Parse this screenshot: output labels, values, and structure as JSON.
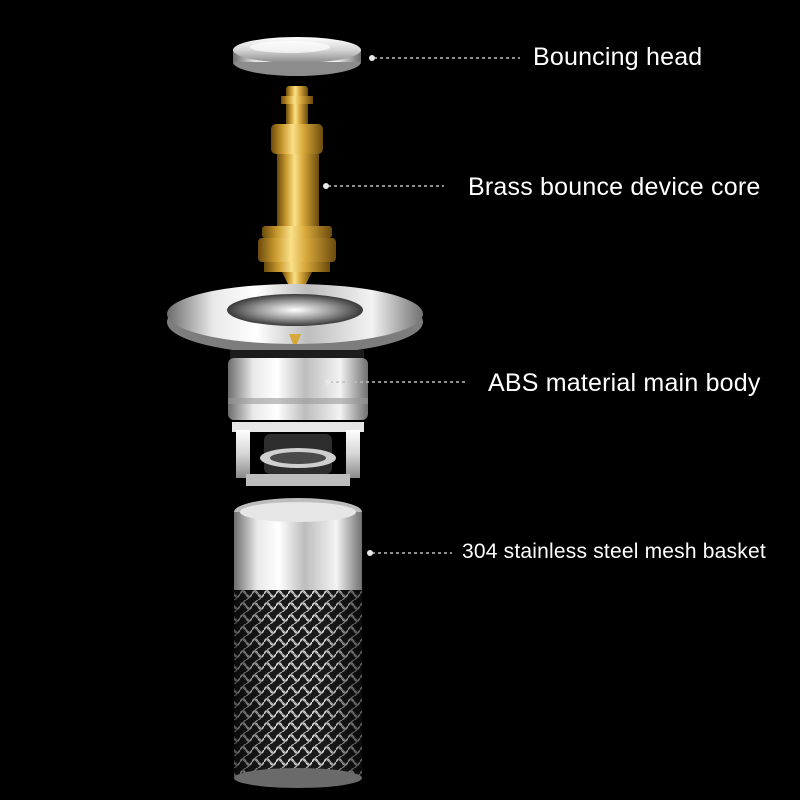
{
  "callouts": [
    {
      "id": "bouncing-head",
      "label": "Bouncing head"
    },
    {
      "id": "brass-core",
      "label": "Brass bounce device core"
    },
    {
      "id": "abs-body",
      "label": "ABS material main body"
    },
    {
      "id": "mesh-basket",
      "label": "304 stainless steel mesh basket"
    }
  ],
  "colors": {
    "background": "#000000",
    "label_text": "#ffffff",
    "leader_line": "#bfbfbf",
    "chrome_light": "#f2f2f2",
    "chrome_dark": "#5a5a5a",
    "brass_light": "#f6d36b",
    "brass_dark": "#7a5510"
  }
}
